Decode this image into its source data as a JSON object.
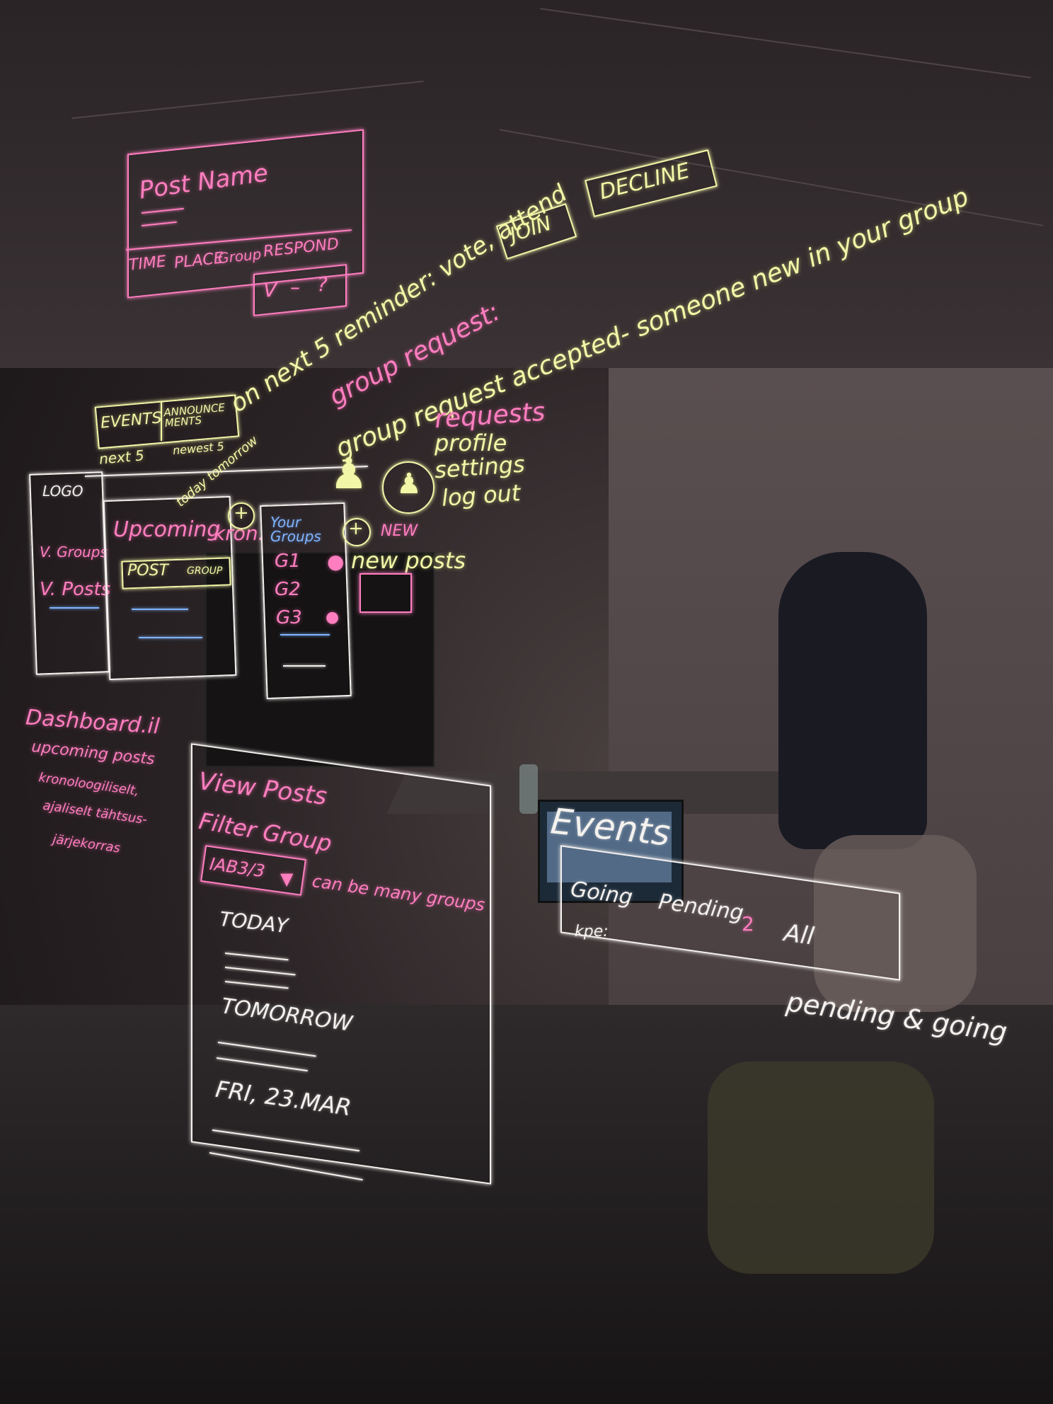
{
  "post_card": {
    "title": "Post Name",
    "columns": [
      "TIME",
      "PLACE",
      "Group",
      "RESPOND"
    ],
    "respond_options": [
      "V",
      "–",
      "?"
    ]
  },
  "notifications": {
    "reminder": "on next 5 reminder: vote, attend",
    "group_request": "group request:",
    "join": "JOIN",
    "decline": "DECLINE",
    "request_accepted": "group request accepted- someone new in your group"
  },
  "header_tabs": {
    "events": "EVENTS",
    "announcements": "ANNOUNCE MENTS",
    "events_sub": "next 5",
    "announcements_sub": "newest 5"
  },
  "user_menu": [
    "requests",
    "profile",
    "settings",
    "log out"
  ],
  "sidebar": {
    "logo": "LOGO",
    "items": [
      "V. Groups",
      "V. Posts"
    ]
  },
  "upcoming": {
    "title": "Upcoming",
    "chrono": "kron.",
    "today_tomorrow": "today tomorrow",
    "post_btn": "POST",
    "group_btn": "GROUP"
  },
  "your_groups": {
    "title": "Your Groups",
    "new_label": "NEW",
    "new_posts": "new posts",
    "groups": [
      "G1",
      "G2",
      "G3"
    ]
  },
  "dashboard_note": {
    "title": "Dashboard.il",
    "line1": "upcoming posts",
    "line2": "kronoloogiliselt,",
    "line3": "ajaliselt tähtsus-",
    "line4": "järjekorras"
  },
  "view_posts": {
    "title": "View Posts",
    "filter": "Filter Group",
    "filter_value": "IAB3/3",
    "note": "can be many groups",
    "sections": [
      "TODAY",
      "TOMORROW",
      "FRI, 23.MAR"
    ]
  },
  "events_panel": {
    "title": "Events",
    "tabs": [
      "Going",
      "Pending",
      "All"
    ],
    "pending_badge": "2",
    "sub": "kpe:",
    "note": "pending & going"
  }
}
